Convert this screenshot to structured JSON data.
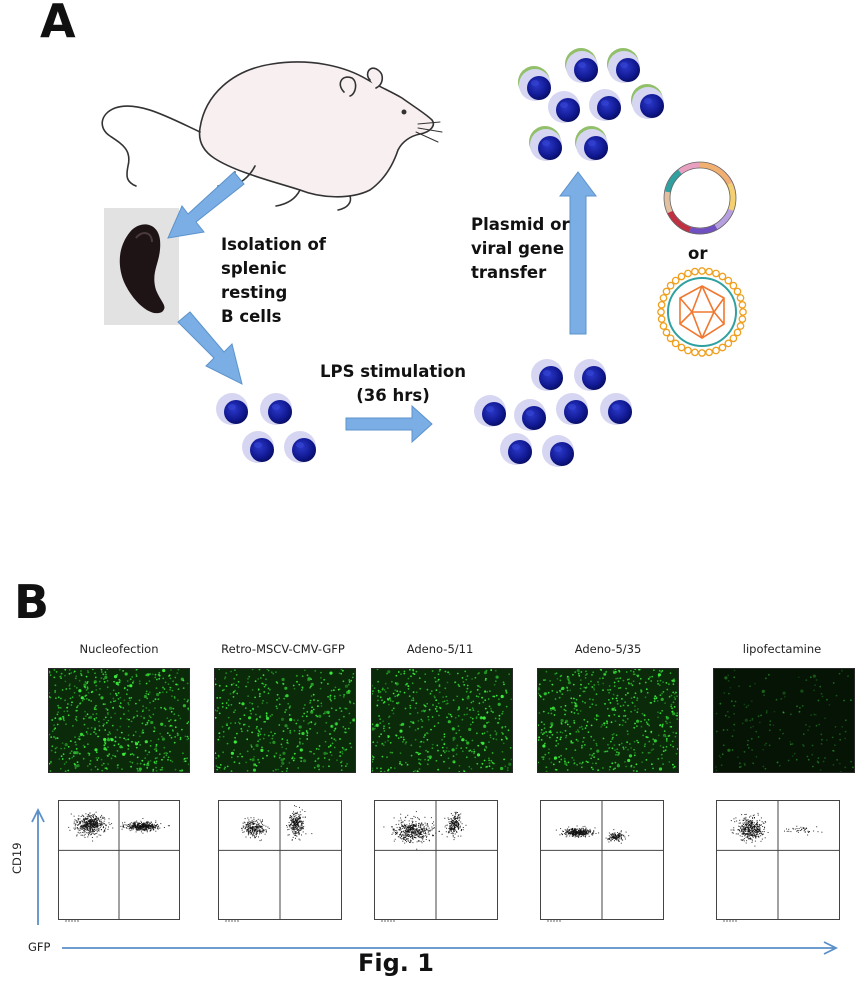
{
  "panel_a": {
    "letter": "A",
    "step1": [
      "Isolation of",
      "splenic",
      "resting",
      "B cells"
    ],
    "step2": [
      "LPS stimulation",
      "(36 hrs)"
    ],
    "step3": [
      "Plasmid or",
      "viral gene",
      "transfer"
    ],
    "or": "or"
  },
  "panel_b": {
    "letter": "B",
    "conditions": [
      {
        "label": "Nucleofection",
        "brightness": 0.85
      },
      {
        "label": "Retro-MSCV-CMV-GFP",
        "brightness": 0.65
      },
      {
        "label": "Adeno-5/11",
        "brightness": 0.7
      },
      {
        "label": "Adeno-5/35",
        "brightness": 0.8
      },
      {
        "label": "lipofectamine",
        "brightness": 0.25
      }
    ],
    "y_axis_label": "CD19",
    "x_axis_label": "GFP"
  },
  "caption": "Fig. 1",
  "colors": {
    "arrow": "#7aaee4",
    "cell_nucleus": "#101890",
    "cell_halo": "#d6d6f2",
    "gfp_ring": "#92c06a",
    "mouse_fill": "#f8f0f0",
    "fluorescence": "#3cf03c"
  }
}
